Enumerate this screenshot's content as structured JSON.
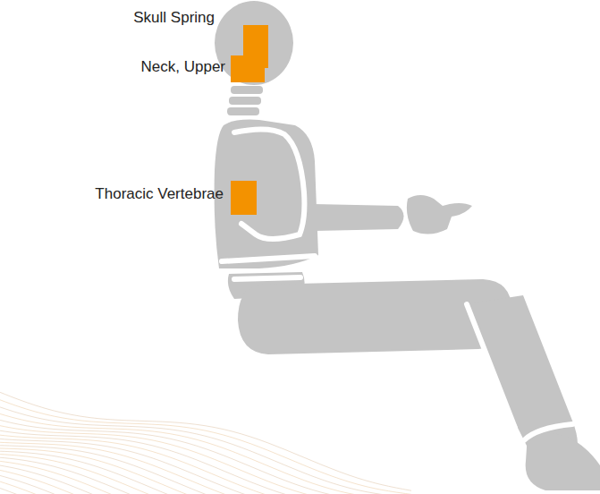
{
  "diagram": {
    "labels": [
      "Skull Spring",
      "Neck, Upper",
      "Thoracic Vertebrae"
    ]
  }
}
